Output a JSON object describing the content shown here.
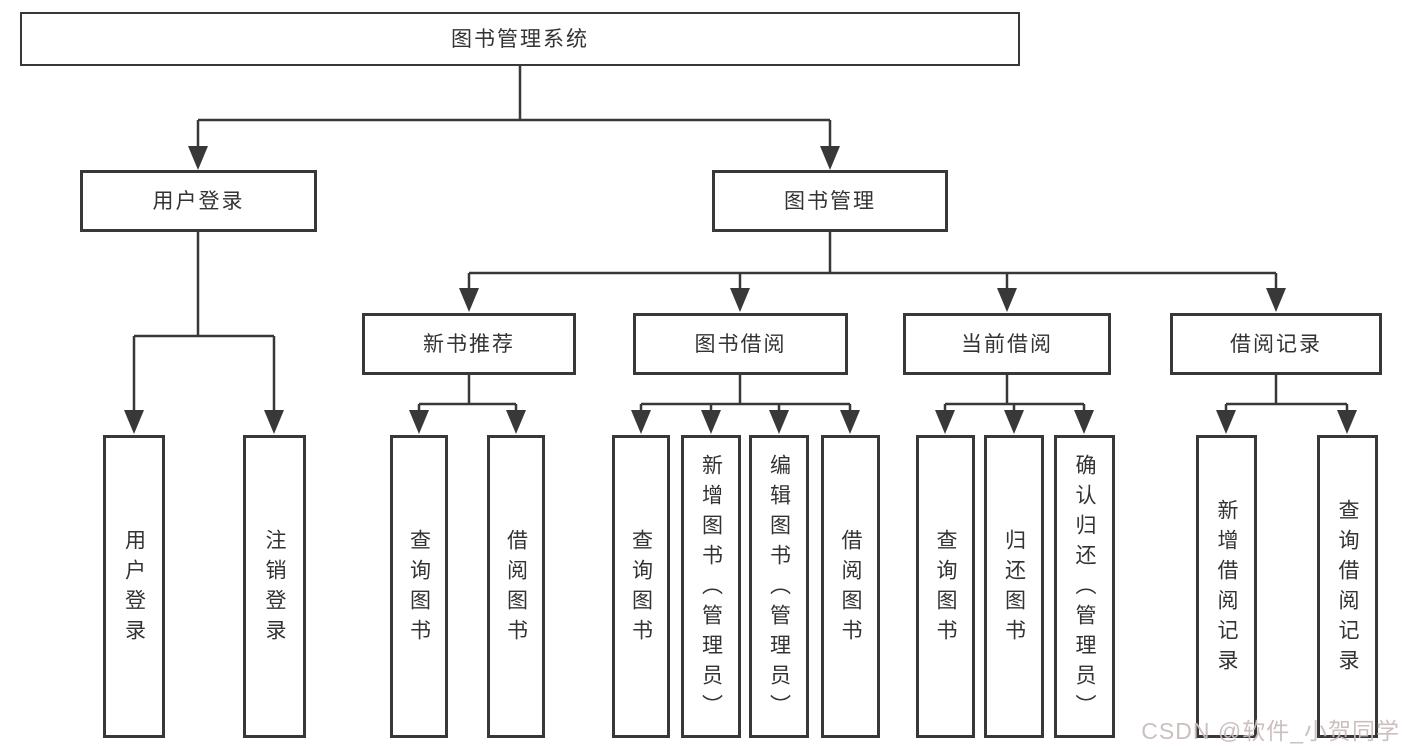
{
  "diagram_type": "hierarchy-tree",
  "colors": {
    "background": "#ffffff",
    "box_border": "#383838",
    "connector": "#383838",
    "text": "#333333",
    "watermark": "#c9bcbc"
  },
  "tree": {
    "label": "图书管理系统",
    "children": [
      {
        "label": "用户登录",
        "children": [
          {
            "label": "用户登录"
          },
          {
            "label": "注销登录"
          }
        ]
      },
      {
        "label": "图书管理",
        "children": [
          {
            "label": "新书推荐",
            "children": [
              {
                "label": "查询图书"
              },
              {
                "label": "借阅图书"
              }
            ]
          },
          {
            "label": "图书借阅",
            "children": [
              {
                "label": "查询图书"
              },
              {
                "label": "新增图书（管理员）"
              },
              {
                "label": "编辑图书（管理员）"
              },
              {
                "label": "借阅图书"
              }
            ]
          },
          {
            "label": "当前借阅",
            "children": [
              {
                "label": "查询图书"
              },
              {
                "label": "归还图书"
              },
              {
                "label": "确认归还（管理员）"
              }
            ]
          },
          {
            "label": "借阅记录",
            "children": [
              {
                "label": "新增借阅记录"
              },
              {
                "label": "查询借阅记录"
              }
            ]
          }
        ]
      }
    ]
  },
  "watermark": {
    "text": "CSDN @软件_小贺同学"
  }
}
